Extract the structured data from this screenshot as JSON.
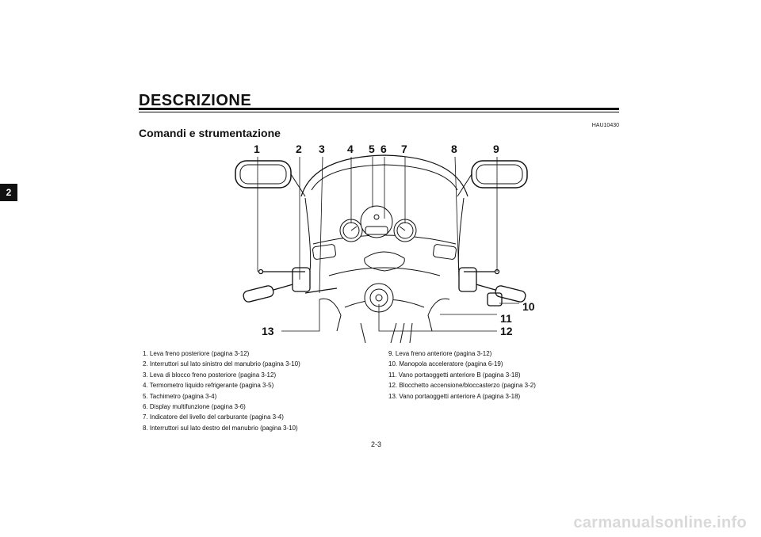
{
  "chapter_tab": "2",
  "header": {
    "title": "DESCRIZIONE"
  },
  "section": {
    "ref_code": "HAU10430",
    "title": "Comandi e strumentazione"
  },
  "callouts": [
    "1",
    "2",
    "3",
    "4",
    "5",
    "6",
    "7",
    "8",
    "9",
    "10",
    "11",
    "12",
    "13"
  ],
  "legend_left": [
    "1. Leva freno posteriore (pagina 3-12)",
    "2. Interruttori sul lato sinistro del manubrio (pagina 3-10)",
    "3. Leva di blocco freno posteriore (pagina 3-12)",
    "4. Termometro liquido refrigerante (pagina 3-5)",
    "5. Tachimetro (pagina 3-4)",
    "6. Display multifunzione (pagina 3-6)",
    "7. Indicatore del livello del carburante (pagina 3-4)",
    "8. Interruttori sul lato destro del manubrio (pagina 3-10)"
  ],
  "legend_right": [
    "9. Leva freno anteriore (pagina 3-12)",
    "10. Manopola acceleratore (pagina 6-19)",
    "11. Vano portaoggetti anteriore B (pagina 3-18)",
    "12. Blocchetto accensione/bloccasterzo (pagina 3-2)",
    "13. Vano portaoggetti anteriore A (pagina 3-18)"
  ],
  "footer": {
    "page_number": "2-3"
  },
  "watermark": "carmanualsonline.info"
}
